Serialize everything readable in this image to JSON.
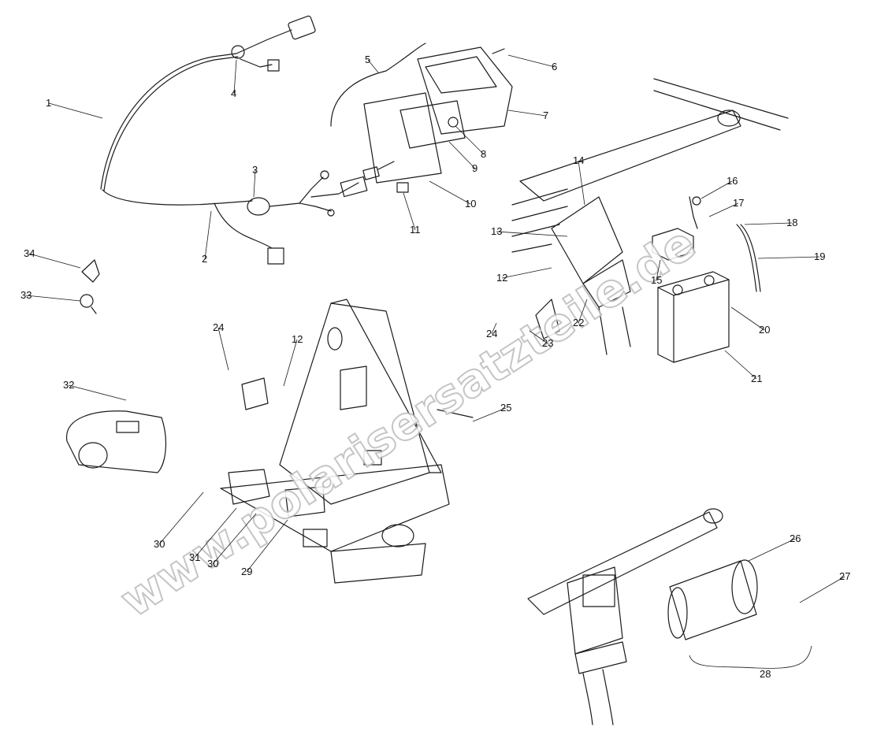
{
  "watermark": "www.polarisersatzteile.de",
  "callouts": [
    {
      "id": "1",
      "label": "1"
    },
    {
      "id": "2",
      "label": "2"
    },
    {
      "id": "3",
      "label": "3"
    },
    {
      "id": "4",
      "label": "4"
    },
    {
      "id": "5",
      "label": "5"
    },
    {
      "id": "6",
      "label": "6"
    },
    {
      "id": "7",
      "label": "7"
    },
    {
      "id": "8",
      "label": "8"
    },
    {
      "id": "9",
      "label": "9"
    },
    {
      "id": "10",
      "label": "10"
    },
    {
      "id": "11",
      "label": "11"
    },
    {
      "id": "12a",
      "label": "12"
    },
    {
      "id": "12b",
      "label": "12"
    },
    {
      "id": "13",
      "label": "13"
    },
    {
      "id": "14",
      "label": "14"
    },
    {
      "id": "15",
      "label": "15"
    },
    {
      "id": "16",
      "label": "16"
    },
    {
      "id": "17",
      "label": "17"
    },
    {
      "id": "18",
      "label": "18"
    },
    {
      "id": "19",
      "label": "19"
    },
    {
      "id": "20",
      "label": "20"
    },
    {
      "id": "21",
      "label": "21"
    },
    {
      "id": "22",
      "label": "22"
    },
    {
      "id": "23",
      "label": "23"
    },
    {
      "id": "24a",
      "label": "24"
    },
    {
      "id": "24b",
      "label": "24"
    },
    {
      "id": "25",
      "label": "25"
    },
    {
      "id": "26",
      "label": "26"
    },
    {
      "id": "27",
      "label": "27"
    },
    {
      "id": "28",
      "label": "28"
    },
    {
      "id": "29",
      "label": "29"
    },
    {
      "id": "30a",
      "label": "30"
    },
    {
      "id": "30b",
      "label": "30"
    },
    {
      "id": "31",
      "label": "31"
    },
    {
      "id": "32",
      "label": "32"
    },
    {
      "id": "33",
      "label": "33"
    },
    {
      "id": "34",
      "label": "34"
    }
  ],
  "icons": [
    "wiring-harness",
    "ignition-coil",
    "taillight",
    "battery",
    "starter-motor",
    "bracket-frame"
  ]
}
